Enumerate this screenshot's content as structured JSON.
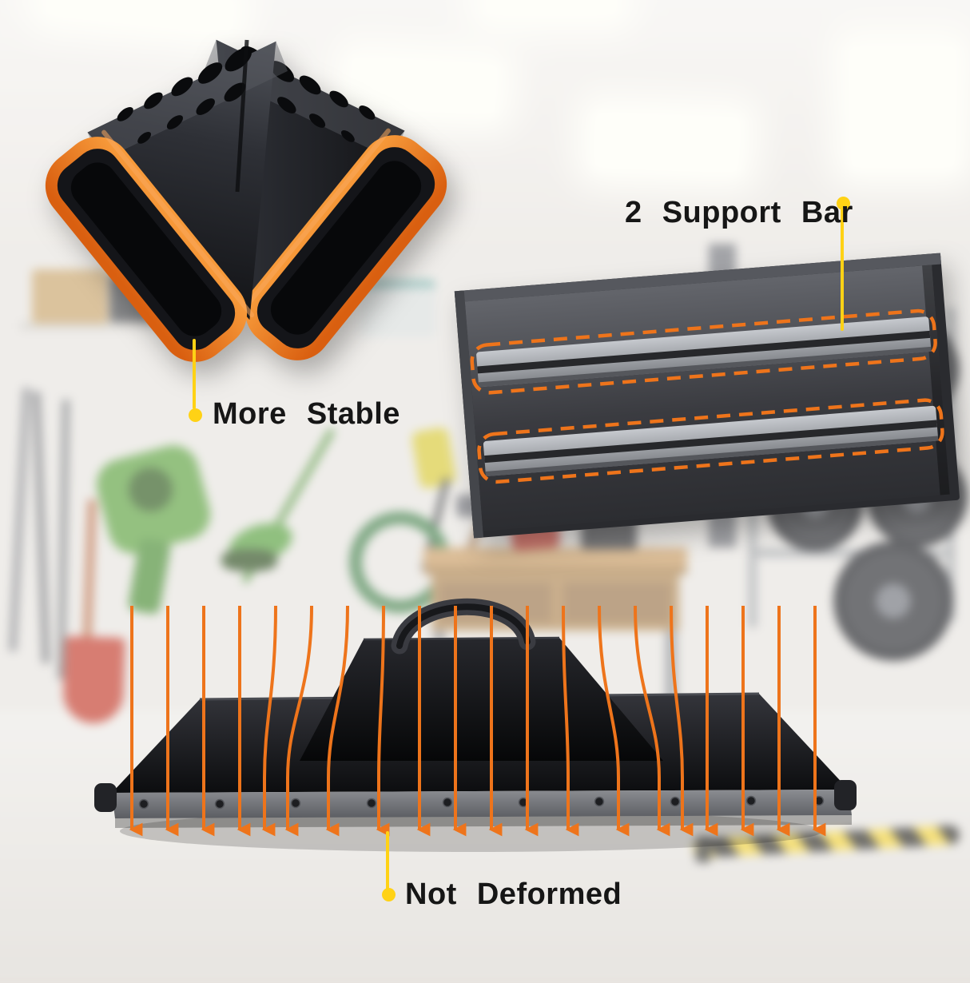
{
  "callouts": {
    "more_stable": {
      "label": "More Stable"
    },
    "support_bar": {
      "label": "2 Support Bar"
    },
    "not_deformed": {
      "label": "Not Deformed"
    }
  },
  "colors": {
    "orange": "#EE741B",
    "orange_deep": "#D95F10",
    "yellow": "#FFD215",
    "metal_dark": "#232428",
    "panel_gray": "#4A4C51",
    "label_text": "#161616"
  }
}
